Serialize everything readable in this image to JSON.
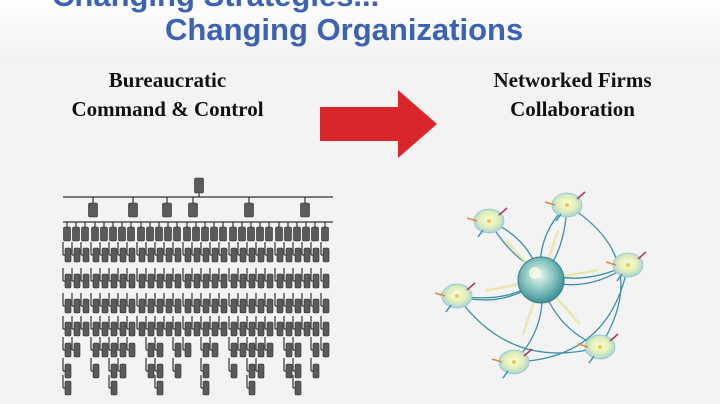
{
  "slide": {
    "title_line1": "Changing Strategies...",
    "title_line2": "Changing Organizations",
    "left_heading": [
      "Bureaucratic",
      "Command & Control"
    ],
    "right_heading": [
      "Networked Firms",
      "Collaboration"
    ]
  },
  "colors": {
    "title": "#3c62b3",
    "arrow": "#d9252b",
    "box": "#5b5b5b",
    "network_line": "#3e8fa8"
  }
}
